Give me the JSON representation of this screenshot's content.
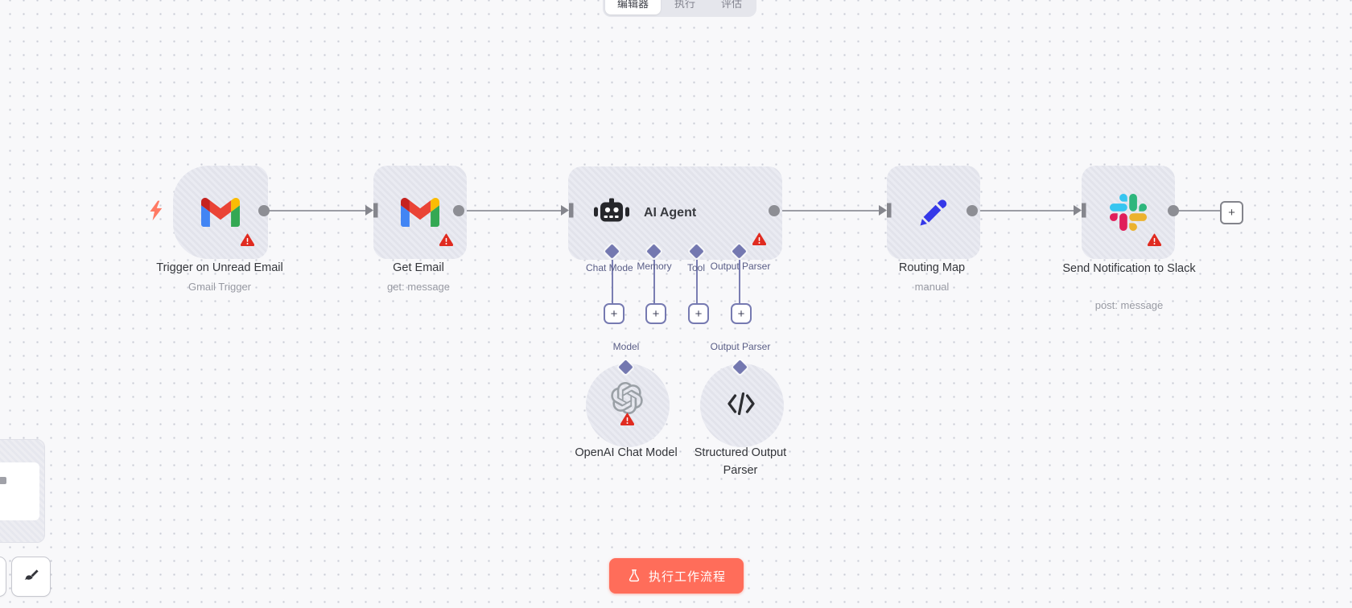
{
  "tabs": {
    "items": [
      {
        "label": "编辑器",
        "active": true
      },
      {
        "label": "执行",
        "active": false
      },
      {
        "label": "评估",
        "active": false
      }
    ]
  },
  "workflow": {
    "trigger": {
      "label": "Trigger on Unread Email",
      "subtitle": "Gmail Trigger"
    },
    "getEmail": {
      "label": "Get Email",
      "subtitle": "get: message"
    },
    "agent": {
      "label": "AI Agent",
      "ports": [
        {
          "label": "Chat Model"
        },
        {
          "label": "Memory"
        },
        {
          "label": "Tool"
        },
        {
          "label": "Output Parser"
        }
      ]
    },
    "routing": {
      "label": "Routing Map",
      "subtitle": "manual"
    },
    "slack": {
      "label": "Send Notification to Slack",
      "subtitle": "post: message"
    },
    "openai": {
      "label": "OpenAI Chat Model",
      "port": "Model"
    },
    "parser": {
      "label": "Structured Output Parser",
      "port": "Output Parser"
    }
  },
  "controls": {
    "execute": "执行工作流程",
    "plus": "+"
  },
  "icons": {
    "gmail": "gmail-logo",
    "slack": "slack-logo",
    "openai": "openai-logo",
    "robot": "robot-icon",
    "pencil": "pencil-icon",
    "code": "code-icon",
    "warning": "warning-triangle",
    "bolt": "lightning-bolt",
    "flask": "flask-icon",
    "broom": "tidy-up-icon"
  },
  "colors": {
    "accent": "#ff6d5a",
    "diamond": "#7478b0",
    "warning": "#e02b20",
    "pencil_blue": "#3538e8",
    "connector": "#9b9ca4",
    "node_border": "#6c6e75",
    "canvas": "#f8f8fa"
  }
}
